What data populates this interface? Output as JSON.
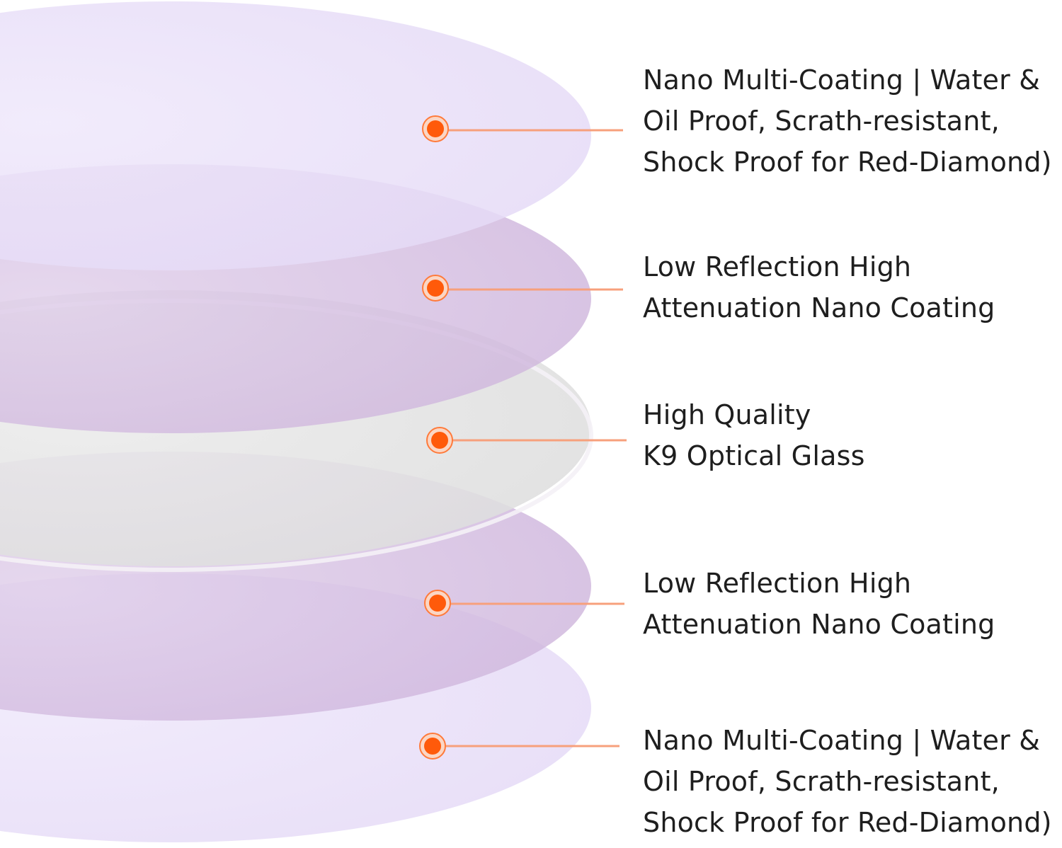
{
  "colors": {
    "outer_coating": "#e9e0f8",
    "inner_coating": "#d6bfe0",
    "glass": "#e2e2e2",
    "marker": "#ff5a0a",
    "leader_line": "#f7a07c",
    "text": "#1e1e1e"
  },
  "marker_icon": "orange-target-dot",
  "layers": [
    {
      "id": "top-nano-multi-coating",
      "lines": [
        "Nano Multi-Coating | Water &",
        "Oil Proof, Scrath-resistant,",
        "Shock Proof for Red-Diamond)"
      ]
    },
    {
      "id": "upper-low-reflection-coating",
      "lines": [
        "Low Reflection High",
        "Attenuation Nano Coating"
      ]
    },
    {
      "id": "k9-optical-glass",
      "lines": [
        "High Quality",
        "K9 Optical Glass"
      ]
    },
    {
      "id": "lower-low-reflection-coating",
      "lines": [
        "Low Reflection High",
        "Attenuation Nano Coating"
      ]
    },
    {
      "id": "bottom-nano-multi-coating",
      "lines": [
        "Nano Multi-Coating | Water &",
        "Oil Proof, Scrath-resistant,",
        "Shock Proof for Red-Diamond)"
      ]
    }
  ]
}
